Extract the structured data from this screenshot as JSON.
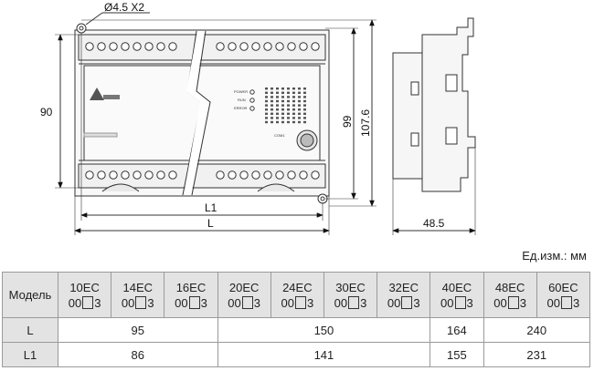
{
  "drawing": {
    "hole_label": "Ø4.5 X2",
    "dim_height_left": "90",
    "dim_height_99": "99",
    "dim_height_107": "107.6",
    "dim_L1": "L1",
    "dim_L": "L",
    "dim_depth": "48.5",
    "led_labels": [
      "POWER",
      "RUN",
      "ERROR"
    ],
    "port_label": "COM1"
  },
  "unit_label": "Ед.изм.: мм",
  "table": {
    "row_header_title": "Модель",
    "models": [
      {
        "top": "10EC",
        "prefix": "00",
        "suffix": "3"
      },
      {
        "top": "14EC",
        "prefix": "00",
        "suffix": "3"
      },
      {
        "top": "16EC",
        "prefix": "00",
        "suffix": "3"
      },
      {
        "top": "20EC",
        "prefix": "00",
        "suffix": "3"
      },
      {
        "top": "24EC",
        "prefix": "00",
        "suffix": "3"
      },
      {
        "top": "30EC",
        "prefix": "00",
        "suffix": "3"
      },
      {
        "top": "32EC",
        "prefix": "00",
        "suffix": "3"
      },
      {
        "top": "40EC",
        "prefix": "00",
        "suffix": "3"
      },
      {
        "top": "48EC",
        "prefix": "00",
        "suffix": "3"
      },
      {
        "top": "60EC",
        "prefix": "00",
        "suffix": "3"
      }
    ],
    "rows": [
      {
        "label": "L",
        "cells": [
          {
            "value": "95",
            "span": 3
          },
          {
            "value": "150",
            "span": 4
          },
          {
            "value": "164",
            "span": 1
          },
          {
            "value": "240",
            "span": 2
          }
        ]
      },
      {
        "label": "L1",
        "cells": [
          {
            "value": "86",
            "span": 3
          },
          {
            "value": "141",
            "span": 4
          },
          {
            "value": "155",
            "span": 1
          },
          {
            "value": "231",
            "span": 2
          }
        ]
      }
    ]
  }
}
